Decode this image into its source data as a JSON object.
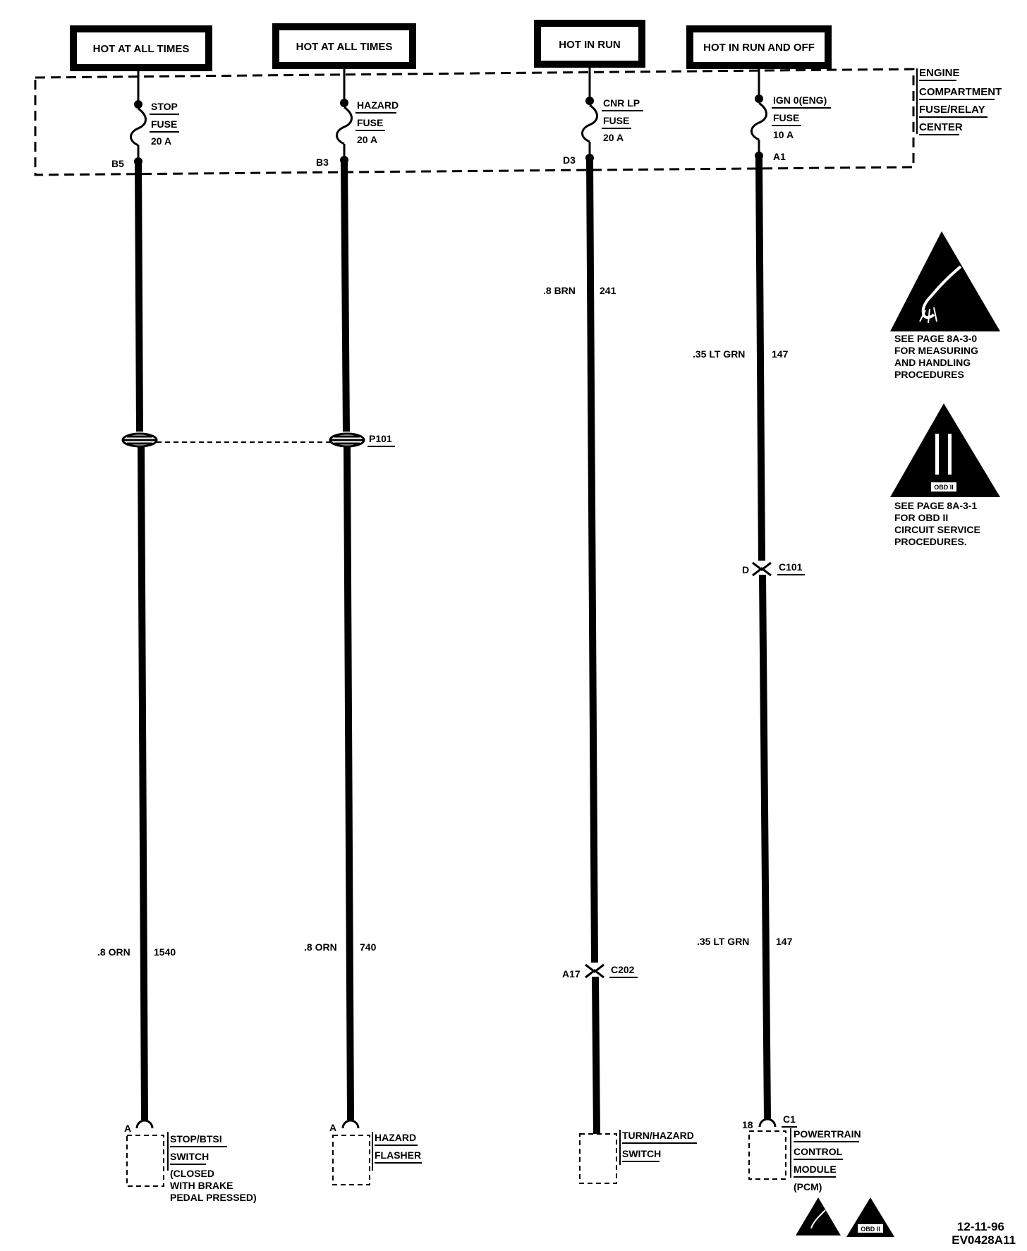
{
  "sources": [
    {
      "id": "stop",
      "header": "HOT AT ALL TIMES",
      "fuse_name": "STOP",
      "fuse_word": "FUSE",
      "fuse_rating": "20 A",
      "terminal": "B5"
    },
    {
      "id": "hazard",
      "header": "HOT AT ALL TIMES",
      "fuse_name": "HAZARD",
      "fuse_word": "FUSE",
      "fuse_rating": "20 A",
      "terminal": "B3"
    },
    {
      "id": "cnrlp",
      "header": "HOT IN RUN",
      "fuse_name": "CNR LP",
      "fuse_word": "FUSE",
      "fuse_rating": "20 A",
      "terminal": "D3"
    },
    {
      "id": "ign",
      "header": "HOT IN RUN AND OFF",
      "fuse_name": "IGN 0(ENG)",
      "fuse_word": "FUSE",
      "fuse_rating": "10 A",
      "terminal": "A1"
    }
  ],
  "fuse_center": {
    "line1": "ENGINE",
    "line2": "COMPARTMENT",
    "line3": "FUSE/RELAY",
    "line4": "CENTER"
  },
  "wires": {
    "stop_lower": {
      "color": ".8 ORN",
      "circuit": "1540"
    },
    "hazard_lower": {
      "color": ".8 ORN",
      "circuit": "740"
    },
    "cnr_upper": {
      "color": ".8 BRN",
      "circuit": "241"
    },
    "ign_upper": {
      "color": ".35 LT GRN",
      "circuit": "147"
    },
    "ign_lower": {
      "color": ".35 LT GRN",
      "circuit": "147"
    }
  },
  "connectors": {
    "p101": "P101",
    "c101": {
      "pin": "D",
      "name": "C101"
    },
    "c202": {
      "pin": "A17",
      "name": "C202"
    },
    "c1": {
      "pin": "18",
      "name": "C1"
    }
  },
  "components": {
    "stop_switch": {
      "pin": "A",
      "line1": "STOP/BTSI",
      "line2": "SWITCH",
      "line3": "(CLOSED",
      "line4": "WITH BRAKE",
      "line5": "PEDAL PRESSED)"
    },
    "hazard_flasher": {
      "pin": "A",
      "line1": "HAZARD",
      "line2": "FLASHER"
    },
    "turn_switch": {
      "line1": "TURN/HAZARD",
      "line2": "SWITCH"
    },
    "pcm": {
      "line1": "POWERTRAIN",
      "line2": "CONTROL",
      "line3": "MODULE",
      "line4": "(PCM)"
    }
  },
  "notes": {
    "esd": {
      "line1": "SEE PAGE 8A-3-0",
      "line2": "FOR MEASURING",
      "line3": "AND HANDLING",
      "line4": "PROCEDURES"
    },
    "obd": {
      "line1": "SEE PAGE 8A-3-1",
      "line2": "FOR OBD II",
      "line3": "CIRCUIT SERVICE",
      "line4": "PROCEDURES.",
      "symbol_label": "OBD II"
    }
  },
  "stamp": {
    "date": "12-11-96",
    "code": "EV0428A11"
  }
}
